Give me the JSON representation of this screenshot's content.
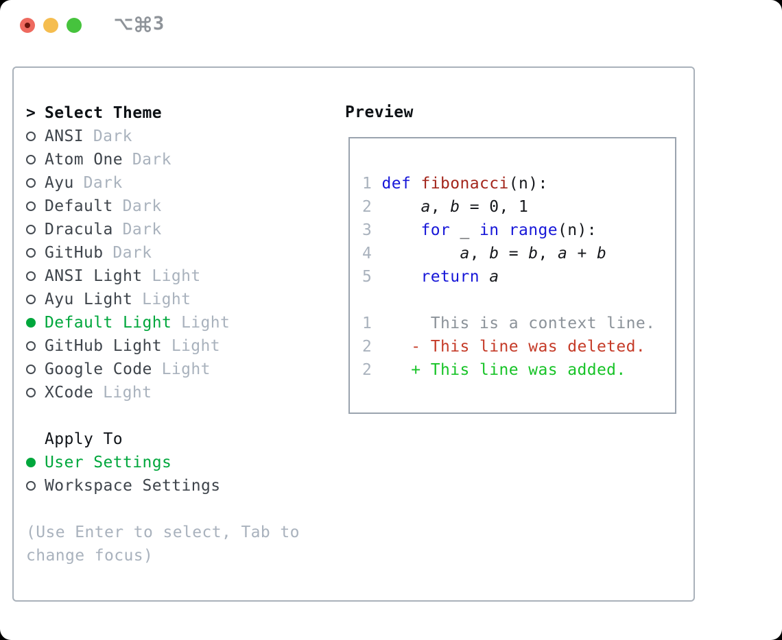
{
  "window": {
    "title": "⌥⌘3",
    "title_digit": "3",
    "accent_green": "#00a73c",
    "traffic_colors": {
      "close": "#ee6a5f",
      "minimize": "#f5bd4f",
      "zoom": "#46c33d"
    }
  },
  "theme_list": {
    "header": {
      "marker": ">",
      "label": "Select Theme"
    },
    "items": [
      {
        "name": "ANSI",
        "tag": "Dark",
        "selected": false
      },
      {
        "name": "Atom One",
        "tag": "Dark",
        "selected": false
      },
      {
        "name": "Ayu",
        "tag": "Dark",
        "selected": false
      },
      {
        "name": "Default",
        "tag": "Dark",
        "selected": false
      },
      {
        "name": "Dracula",
        "tag": "Dark",
        "selected": false
      },
      {
        "name": "GitHub",
        "tag": "Dark",
        "selected": false
      },
      {
        "name": "ANSI Light",
        "tag": "Light",
        "selected": false
      },
      {
        "name": "Ayu Light",
        "tag": "Light",
        "selected": false
      },
      {
        "name": "Default Light",
        "tag": "Light",
        "selected": true
      },
      {
        "name": "GitHub Light",
        "tag": "Light",
        "selected": false
      },
      {
        "name": "Google Code",
        "tag": "Light",
        "selected": false
      },
      {
        "name": "XCode",
        "tag": "Light",
        "selected": false
      }
    ]
  },
  "apply_to": {
    "label": "Apply To",
    "options": [
      {
        "name": "User Settings",
        "selected": true
      },
      {
        "name": "Workspace Settings",
        "selected": false
      }
    ]
  },
  "hint": {
    "line1": "(Use Enter to select, Tab to",
    "line2": "change focus)"
  },
  "preview": {
    "label": "Preview",
    "code_lines": [
      {
        "num": "1",
        "segs": [
          [
            "kw",
            "def"
          ],
          [
            "pl",
            " "
          ],
          [
            "fn",
            "fibonacci"
          ],
          [
            "pl",
            "(n):"
          ]
        ]
      },
      {
        "num": "2",
        "segs": [
          [
            "pl",
            "    "
          ],
          [
            "var",
            "a"
          ],
          [
            "pl",
            ", "
          ],
          [
            "var",
            "b"
          ],
          [
            "pl",
            " = 0, 1"
          ]
        ]
      },
      {
        "num": "3",
        "segs": [
          [
            "pl",
            "    "
          ],
          [
            "kw",
            "for"
          ],
          [
            "pl",
            " _ "
          ],
          [
            "kw",
            "in"
          ],
          [
            "pl",
            " "
          ],
          [
            "kw",
            "range"
          ],
          [
            "pl",
            "(n):"
          ]
        ]
      },
      {
        "num": "4",
        "segs": [
          [
            "pl",
            "        "
          ],
          [
            "var",
            "a"
          ],
          [
            "pl",
            ", "
          ],
          [
            "var",
            "b"
          ],
          [
            "pl",
            " = "
          ],
          [
            "var",
            "b"
          ],
          [
            "pl",
            ", "
          ],
          [
            "var",
            "a"
          ],
          [
            "pl",
            " + "
          ],
          [
            "var",
            "b"
          ]
        ]
      },
      {
        "num": "5",
        "segs": [
          [
            "pl",
            "    "
          ],
          [
            "kw",
            "return"
          ],
          [
            "pl",
            " "
          ],
          [
            "var",
            "a"
          ]
        ]
      }
    ],
    "diff_lines": [
      {
        "num": "1",
        "cls": "ctx",
        "text": "     This is a context line."
      },
      {
        "num": "2",
        "cls": "del",
        "text": "   - This line was deleted."
      },
      {
        "num": "2",
        "cls": "add",
        "text": "   + This line was added."
      }
    ],
    "syntax_colors": {
      "keyword": "#1717d8",
      "function": "#a3261c",
      "plain": "#16181c",
      "line_number": "#a9b2bd",
      "context": "#8b9299",
      "deleted": "#c53b28",
      "added": "#17c327"
    }
  }
}
